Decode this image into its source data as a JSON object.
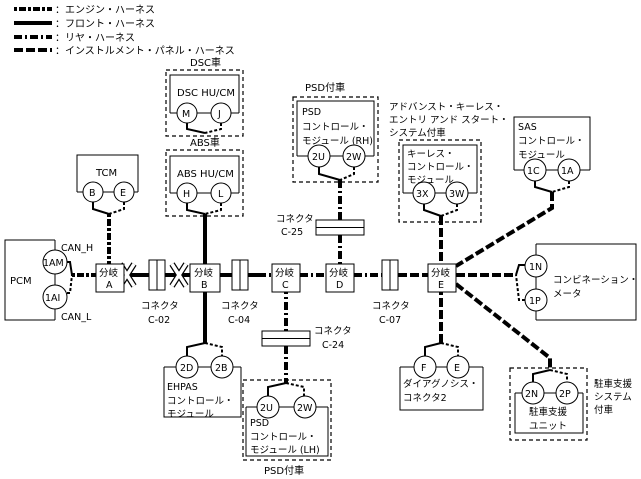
{
  "legend": [
    {
      "style": "engine",
      "label": "：エンジン・ハーネス"
    },
    {
      "style": "front",
      "label": "：フロント・ハーネス"
    },
    {
      "style": "rear",
      "label": "：リヤ・ハーネス"
    },
    {
      "style": "instrument",
      "label": "：インストルメント・パネル・ハーネス"
    }
  ],
  "modules": {
    "pcm": {
      "name": "PCM",
      "pins": [
        "1AM",
        "1AI"
      ],
      "can_h": "CAN_H",
      "can_l": "CAN_L"
    },
    "tcm": {
      "name": "TCM",
      "pins": [
        "B",
        "E"
      ]
    },
    "dsc": {
      "caption": "DSC車",
      "name": "DSC HU/CM",
      "pins": [
        "M",
        "J"
      ]
    },
    "abs": {
      "caption": "ABS車",
      "name": "ABS HU/CM",
      "pins": [
        "H",
        "L"
      ]
    },
    "psd_rh": {
      "caption": "PSD付車",
      "line1": "PSD",
      "line2": "コントロール・",
      "line3": "モジュール (RH)",
      "pins": [
        "2U",
        "2W"
      ]
    },
    "keyless": {
      "caption1": "アドバンスト・キーレス・",
      "caption2": "エントリ アンド スタート・",
      "caption3": "システム付車",
      "line1": "キーレス・",
      "line2": "コントロール・",
      "line3": "モジュール",
      "pins": [
        "3X",
        "3W"
      ]
    },
    "sas": {
      "line1": "SAS",
      "line2": "コントロール・",
      "line3": "モジュール",
      "pins": [
        "1C",
        "1A"
      ]
    },
    "combi": {
      "line1": "コンビネーション・",
      "line2": "メータ",
      "pins": [
        "1N",
        "1P"
      ]
    },
    "ehpas": {
      "line1": "EHPAS",
      "line2": "コントロール・",
      "line3": "モジュール",
      "pins": [
        "2D",
        "2B"
      ]
    },
    "psd_lh": {
      "caption": "PSD付車",
      "line1": "PSD",
      "line2": "コントロール・",
      "line3": "モジュール (LH)",
      "pins": [
        "2U",
        "2W"
      ]
    },
    "diag": {
      "line1": "ダイアグノシス・",
      "line2": "コネクタ2",
      "pins": [
        "F",
        "E"
      ]
    },
    "park": {
      "line1": "駐車支援",
      "line2": "ユニット",
      "caption1": "駐車支援",
      "caption2": "システム",
      "caption3": "付車",
      "pins": [
        "2N",
        "2P"
      ]
    }
  },
  "junctions": [
    {
      "top": "分岐",
      "id": "A"
    },
    {
      "top": "分岐",
      "id": "B"
    },
    {
      "top": "分岐",
      "id": "C"
    },
    {
      "top": "分岐",
      "id": "D"
    },
    {
      "top": "分岐",
      "id": "E"
    }
  ],
  "connectors": {
    "c02": {
      "label": "コネクタ",
      "id": "C-02"
    },
    "c04": {
      "label": "コネクタ",
      "id": "C-04"
    },
    "c07": {
      "label": "コネクタ",
      "id": "C-07"
    },
    "c24": {
      "label": "コネクタ",
      "id": "C-24"
    },
    "c25": {
      "label": "コネクタ",
      "id": "C-25"
    }
  }
}
